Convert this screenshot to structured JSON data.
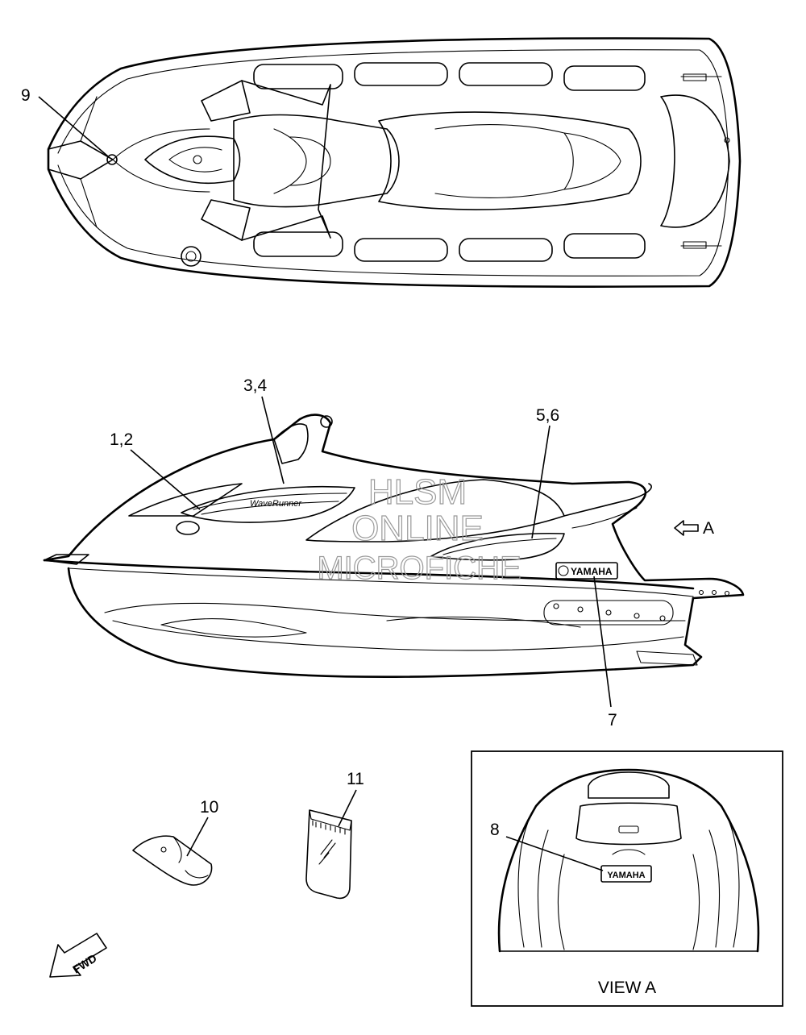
{
  "callouts": {
    "c9": "9",
    "c34": "3,4",
    "c12": "1,2",
    "c56": "5,6",
    "c7": "7",
    "c10": "10",
    "c11": "11",
    "c8": "8"
  },
  "view_a_marker": "A",
  "view_a_caption": "VIEW A",
  "decal_text": {
    "yamaha_side": "YAMAHA",
    "yamaha_rear": "YAMAHA"
  },
  "fwd_label": "FWD",
  "watermark": {
    "line1": "HLSM",
    "line2": "ONLINE",
    "line3": "MICROFICHE"
  }
}
